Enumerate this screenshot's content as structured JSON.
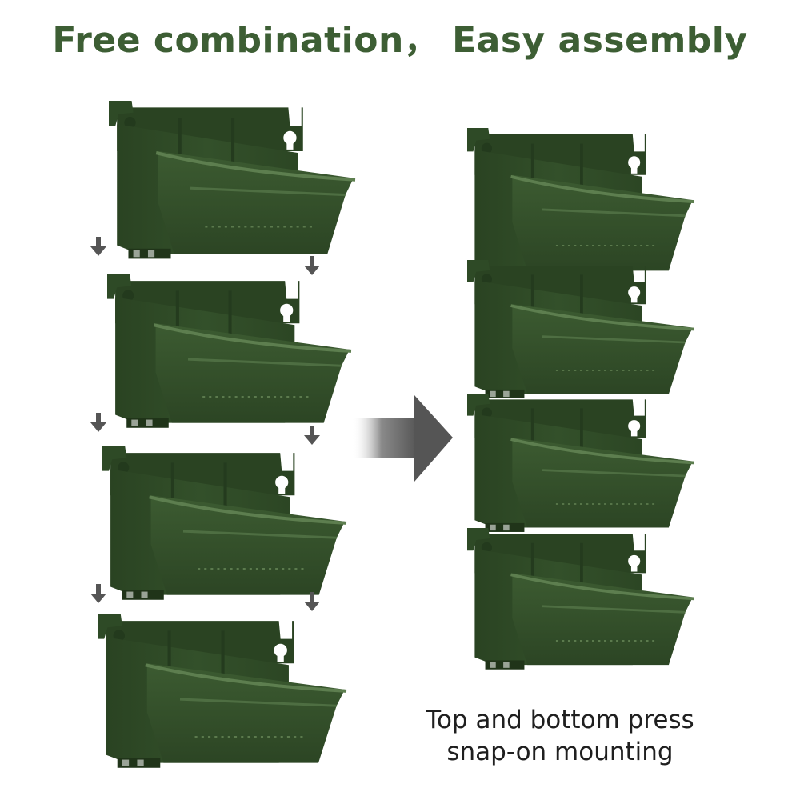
{
  "headline": "Free combination， Easy assembly",
  "caption": {
    "line1": "Top and bottom press",
    "line2": "snap-on mounting"
  },
  "colors": {
    "headline": "#3d5e34",
    "planter_body": "#2f4a26",
    "planter_front": "#3b5a30",
    "planter_rim": "#5d7e4f",
    "arrow": "#555555",
    "caption": "#1f1f1f"
  },
  "icons": {
    "down_arrow": "down-arrow-icon",
    "transition_arrow": "right-arrow-icon"
  },
  "left_column": {
    "planter_count": 4,
    "state": "separated"
  },
  "right_column": {
    "planter_count": 4,
    "state": "stacked"
  }
}
